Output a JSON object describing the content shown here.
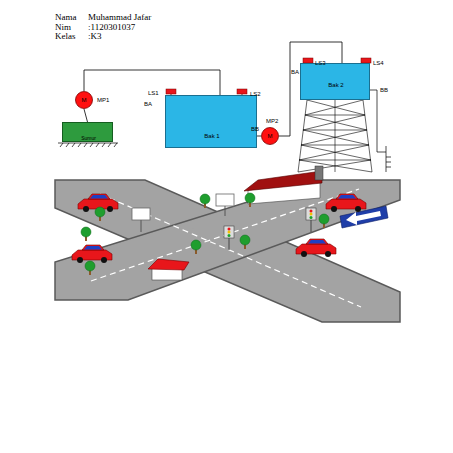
{
  "diagram": {
    "nodes": [
      {
        "text": [
          "M",
          "MP1"
        ]
      },
      {
        "text": [
          "Sumur"
        ]
      },
      {
        "text": [
          "Bak 1"
        ]
      },
      {
        "text": [
          "M",
          "MP2"
        ]
      },
      {
        "text": [
          "Bak 2"
        ]
      }
    ],
    "edges": [
      {
        "from": 1,
        "to": 0,
        "arrow": "none"
      },
      {
        "from": 0,
        "to": 2,
        "arrow": "none"
      },
      {
        "from": 2,
        "to": 3,
        "arrow": "none"
      },
      {
        "from": 3,
        "to": 4,
        "arrow": "none"
      }
    ],
    "labels": [
      "Nama",
      "Muhammad Jafar",
      "Nim",
      ":1120301037",
      "Kelas",
      ":K3",
      "LS1",
      "LS2",
      "BA",
      "BB",
      "LS3",
      "LS4",
      "BA",
      "BB"
    ]
  }
}
